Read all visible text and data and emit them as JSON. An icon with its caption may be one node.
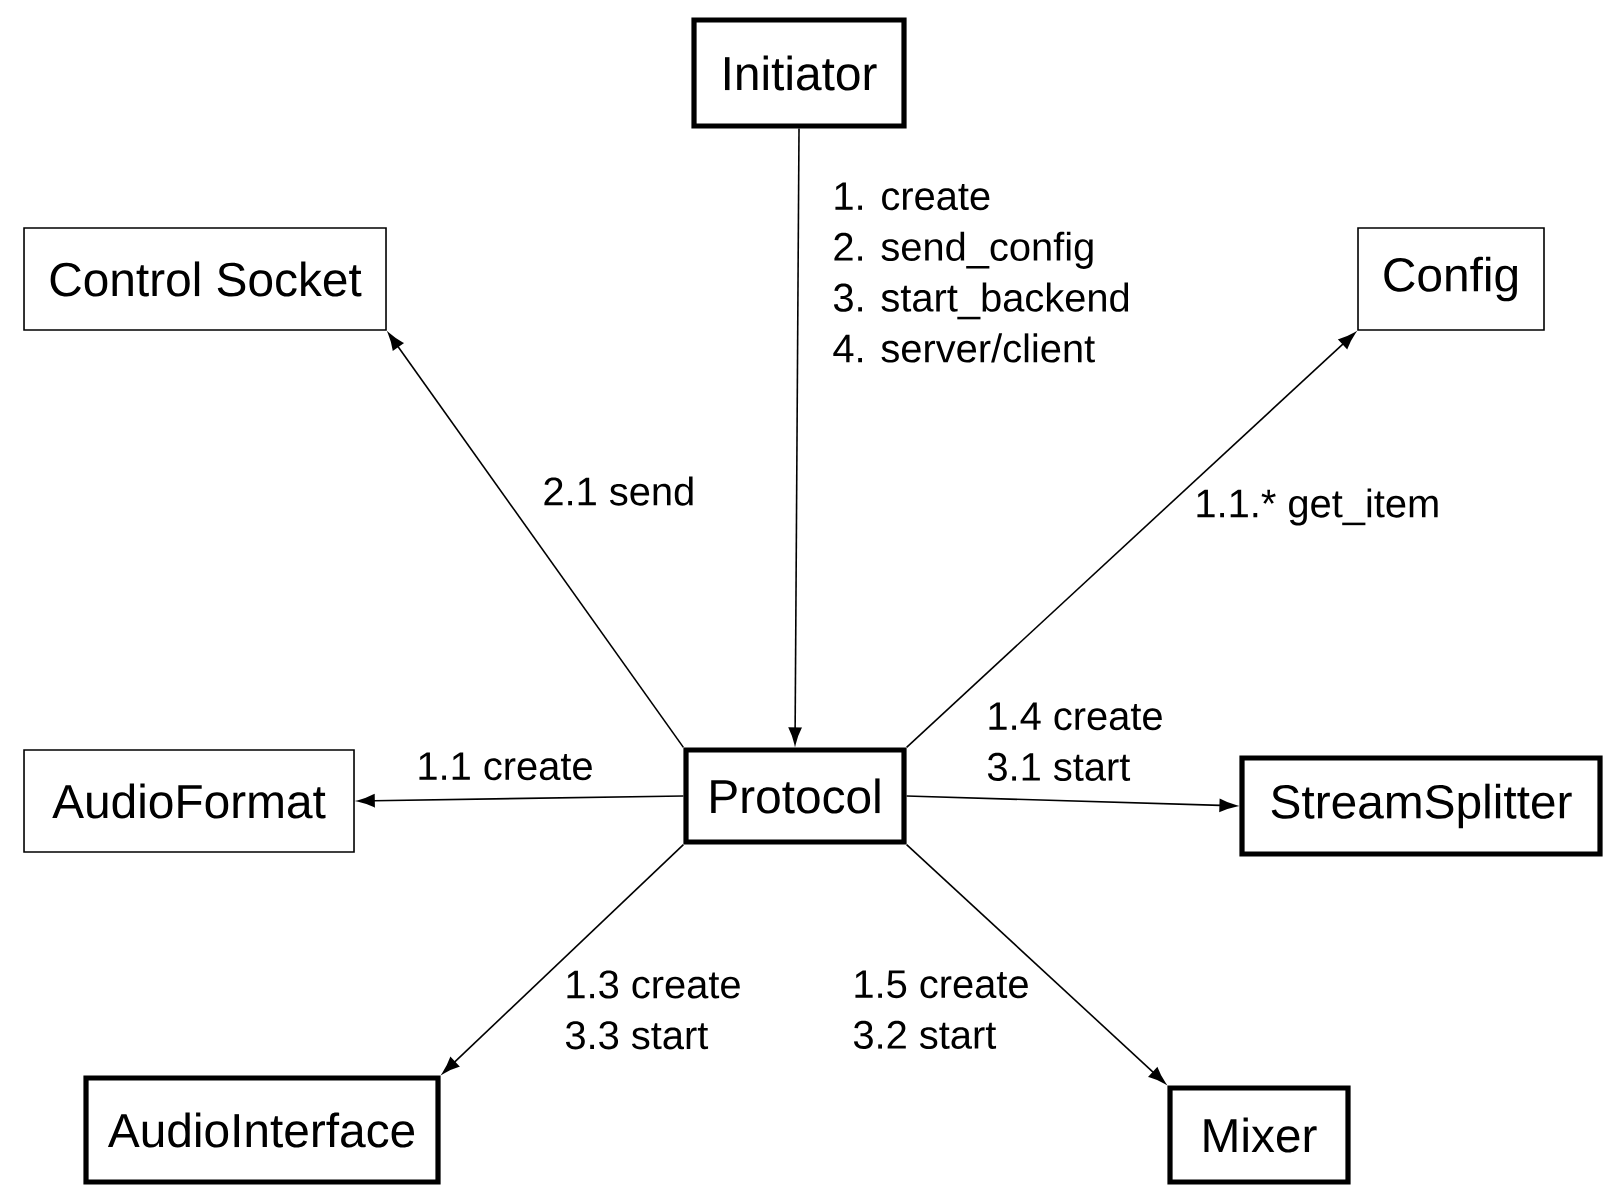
{
  "diagram": {
    "nodes": [
      {
        "text": [
          "Initiator"
        ]
      },
      {
        "text": [
          "Control Socket"
        ]
      },
      {
        "text": [
          "Config"
        ]
      },
      {
        "text": [
          "AudioFormat"
        ]
      },
      {
        "text": [
          "Protocol"
        ]
      },
      {
        "text": [
          "StreamSplitter"
        ]
      },
      {
        "text": [
          "AudioInterface"
        ]
      },
      {
        "text": [
          "Mixer"
        ]
      }
    ],
    "edges": [
      {
        "from": 0,
        "to": 4,
        "arrow": "to",
        "label": "1. create 2. send_config 3. start_backend 4. server/client"
      },
      {
        "from": 4,
        "to": 1,
        "arrow": "to",
        "label": "2.1 send"
      },
      {
        "from": 4,
        "to": 2,
        "arrow": "to",
        "label": "1.1.* get_item"
      },
      {
        "from": 4,
        "to": 3,
        "arrow": "to",
        "label": "1.1 create"
      },
      {
        "from": 4,
        "to": 5,
        "arrow": "to",
        "label": "1.4 create 3.1 start"
      },
      {
        "from": 4,
        "to": 6,
        "arrow": "to",
        "label": "1.3 create 3.3 start"
      },
      {
        "from": 4,
        "to": 7,
        "arrow": "to",
        "label": "1.5 create 3.2 start"
      }
    ]
  }
}
